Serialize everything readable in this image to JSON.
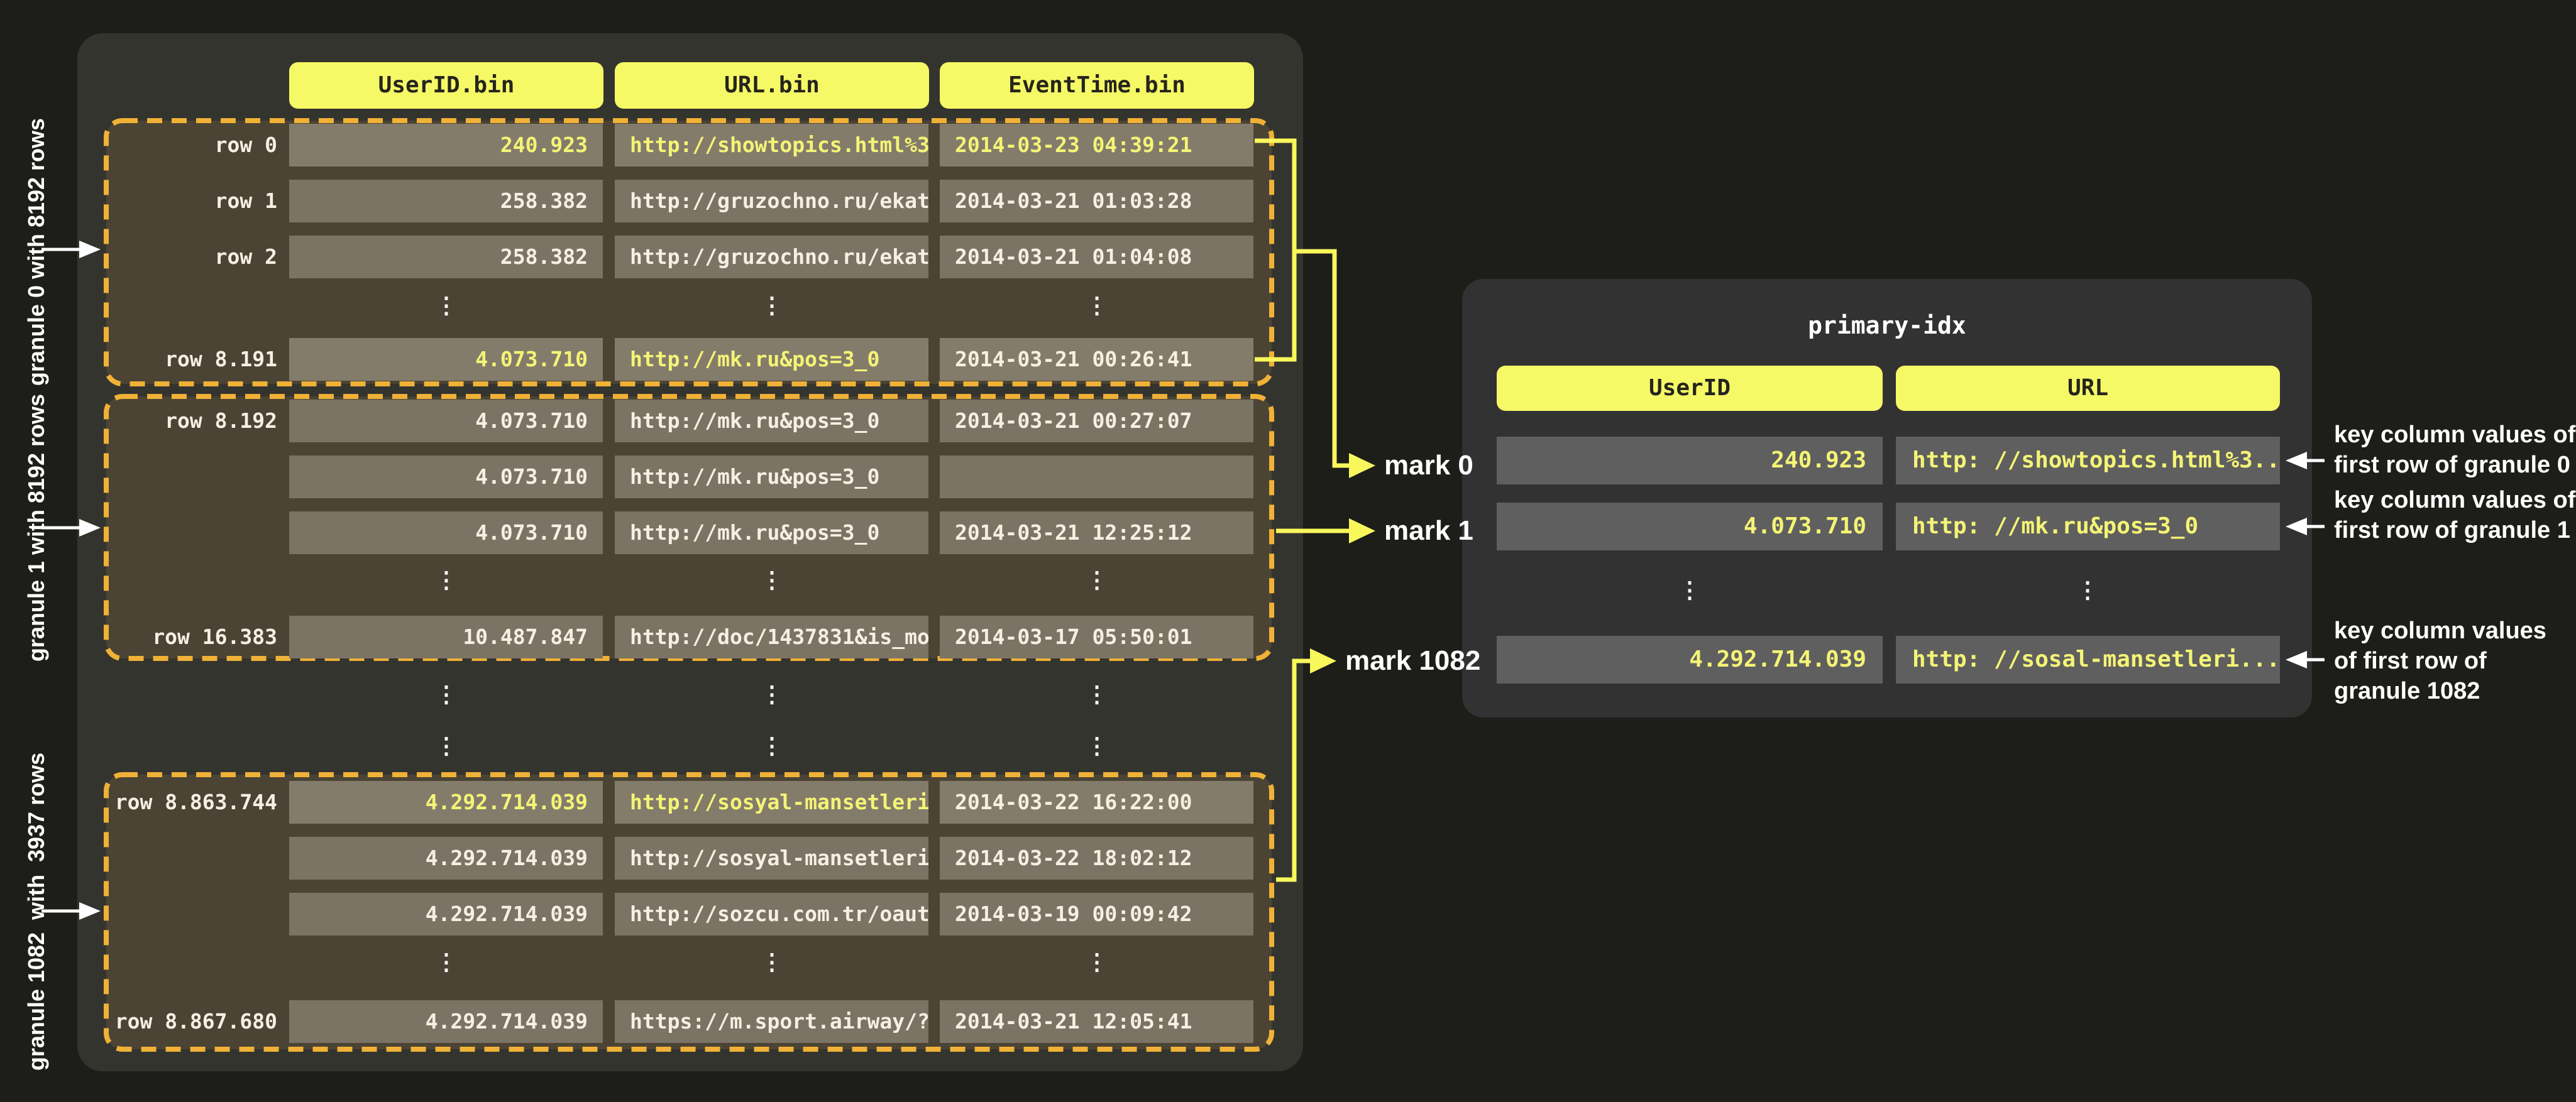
{
  "left_table": {
    "file_headers": [
      "UserID.bin",
      "URL.bin",
      "EventTime.bin"
    ],
    "ellipsis": "⋮",
    "granules": [
      {
        "label": "granule 0 with 8192 rows",
        "rows": [
          {
            "row_label": "row 0",
            "user_id": "240.923",
            "url": "http://showtopics.html%3...",
            "event_time": "2014-03-23 04:39:21"
          },
          {
            "row_label": "row 1",
            "user_id": "258.382",
            "url": "http://gruzochno.ru/ekat...",
            "event_time": "2014-03-21 01:03:28"
          },
          {
            "row_label": "row 2",
            "user_id": "258.382",
            "url": "http://gruzochno.ru/ekat...",
            "event_time": "2014-03-21 01:04:08"
          },
          {
            "row_label": "row 8.191",
            "user_id": "4.073.710",
            "url": "http://mk.ru&pos=3_0",
            "event_time": "2014-03-21 00:26:41"
          }
        ]
      },
      {
        "label": "granule 1 with 8192 rows",
        "rows": [
          {
            "row_label": "row 8.192",
            "user_id": "4.073.710",
            "url": "http://mk.ru&pos=3_0",
            "event_time": "2014-03-21 00:27:07"
          },
          {
            "row_label": "",
            "user_id": "4.073.710",
            "url": "http://mk.ru&pos=3_0",
            "event_time": ""
          },
          {
            "row_label": "",
            "user_id": "4.073.710",
            "url": "http://mk.ru&pos=3_0",
            "event_time": "2014-03-21 12:25:12"
          },
          {
            "row_label": "row 16.383",
            "user_id": "10.487.847",
            "url": "http://doc/1437831&is_mo...",
            "event_time": "2014-03-17 05:50:01"
          }
        ]
      },
      {
        "label": "granule 1082  with  3937 rows",
        "rows": [
          {
            "row_label": "row 8.863.744",
            "user_id": "4.292.714.039",
            "url": "http://sosyal-mansetleri...",
            "event_time": "2014-03-22 16:22:00"
          },
          {
            "row_label": "",
            "user_id": "4.292.714.039",
            "url": "http://sosyal-mansetleri...",
            "event_time": "2014-03-22 18:02:12"
          },
          {
            "row_label": "",
            "user_id": "4.292.714.039",
            "url": "http://sozcu.com.tr/oaut",
            "event_time": "2014-03-19 00:09:42"
          },
          {
            "row_label": "row 8.867.680",
            "user_id": "4.292.714.039",
            "url": "https://m.sport.airway/?",
            "event_time": "2014-03-21 12:05:41"
          }
        ]
      }
    ]
  },
  "marks": {
    "mark0": "mark 0",
    "mark1": "mark 1",
    "mark1082": "mark 1082"
  },
  "primary_index": {
    "title": "primary-idx",
    "col_headers": [
      "UserID",
      "URL"
    ],
    "ellipsis": "⋮",
    "rows": [
      {
        "user_id": "240.923",
        "url": "http: //showtopics.html%3..."
      },
      {
        "user_id": "4.073.710",
        "url": "http: //mk.ru&pos=3_0"
      },
      {
        "user_id": "4.292.714.039",
        "url": "http: //sosal-mansetleri..."
      }
    ]
  },
  "annotations": [
    {
      "line1": "key column values of",
      "line2": "first row of granule 0",
      "line3": ""
    },
    {
      "line1": "key column values of",
      "line2": "first row of granule 1",
      "line3": ""
    },
    {
      "line1": "key column values",
      "line2": "of first row of",
      "line3": "granule 1082"
    }
  ],
  "colors": {
    "accent_yellow": "#f6f966",
    "text_yellow": "#f4f476",
    "dashed_orange": "#f0b137",
    "connector_yellow": "#f8f75b",
    "granule_fill": "#4b4434",
    "cell_bg": "#7b7464",
    "index_cell_bg": "#5f5f5f"
  }
}
